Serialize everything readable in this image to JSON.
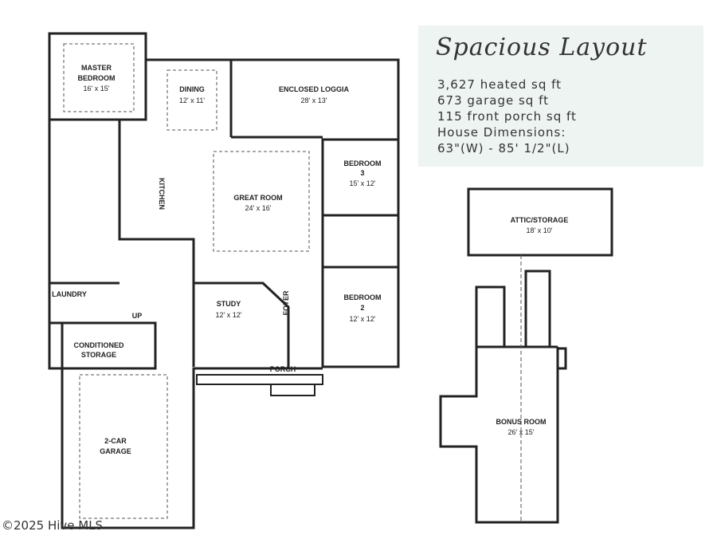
{
  "info": {
    "title": "Spacious Layout",
    "lines": [
      "3,627 heated sq ft",
      "673 garage sq ft",
      "115 front porch sq ft",
      "House Dimensions:",
      "63\"(W) - 85' 1/2\"(L)"
    ],
    "background": "#eef4f2"
  },
  "rooms": {
    "master": {
      "name1": "MASTER",
      "name2": "BEDROOM",
      "dim": "16' x 15'"
    },
    "dining": {
      "name": "DINING",
      "dim": "12' x 11'"
    },
    "loggia": {
      "name": "ENCLOSED LOGGIA",
      "dim": "28' x 13'"
    },
    "kitchen": {
      "name": "KITCHEN"
    },
    "great": {
      "name": "GREAT ROOM",
      "dim": "24' x 16'"
    },
    "bed3": {
      "name1": "BEDROOM",
      "name2": "3",
      "dim": "15' x 12'"
    },
    "bed2": {
      "name1": "BEDROOM",
      "name2": "2",
      "dim": "12' x 12'"
    },
    "study": {
      "name": "STUDY",
      "dim": "12' x 12'"
    },
    "foyer": {
      "name": "FOYER"
    },
    "laundry": {
      "name": "LAUNDRY"
    },
    "up": {
      "name": "UP"
    },
    "storage": {
      "name1": "CONDITIONED",
      "name2": "STORAGE"
    },
    "porch": {
      "name": "PORCH"
    },
    "garage": {
      "name1": "2-CAR",
      "name2": "GARAGE"
    },
    "attic": {
      "name": "ATTIC/STORAGE",
      "dim": "18' x 10'"
    },
    "bonus": {
      "name": "BONUS ROOM",
      "dim": "26' x 15'"
    }
  },
  "watermark": "©2025 Hive MLS"
}
